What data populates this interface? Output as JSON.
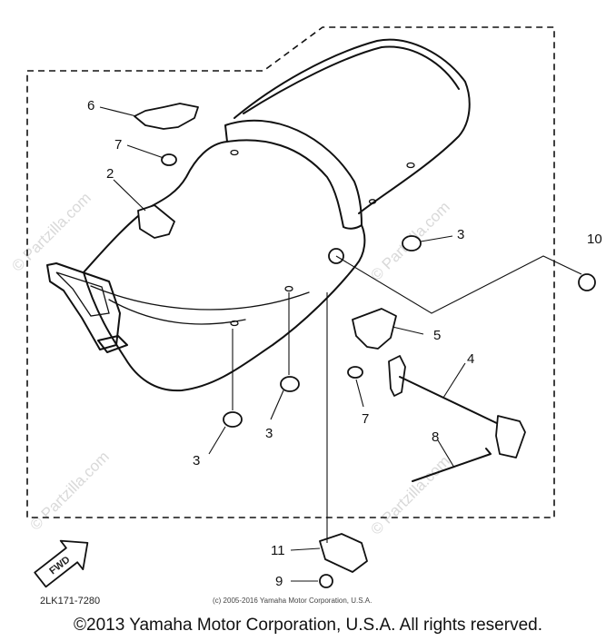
{
  "callouts": [
    "6",
    "7",
    "2",
    "3",
    "10",
    "5",
    "4",
    "7",
    "3",
    "3",
    "8",
    "11",
    "9"
  ],
  "diagram_code": "2LK171-7280",
  "small_copyright": "(c) 2005-2016 Yamaha Motor Corporation, U.S.A.",
  "fwd_label": "FWD",
  "watermark": "© Partzilla.com",
  "footer": "©2013 Yamaha Motor Corporation, U.S.A. All rights reserved."
}
